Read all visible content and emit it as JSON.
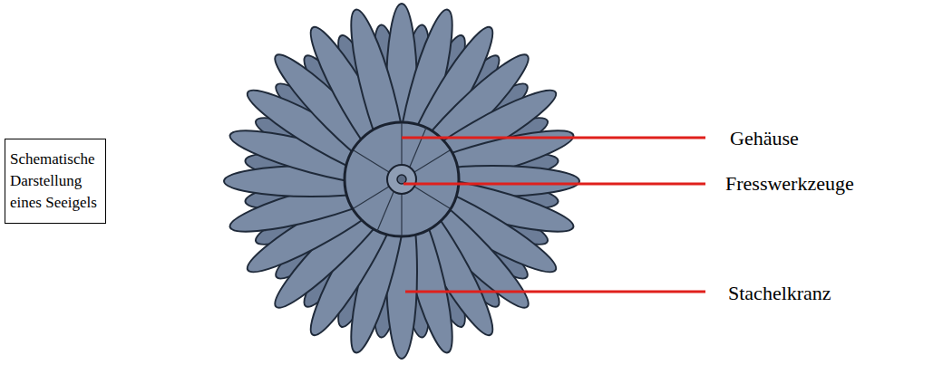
{
  "diagram": {
    "nodes": [
      {
        "text": [
          "Schematische Darstellung eines Seeigels"
        ]
      }
    ],
    "labels": [
      "Gehäuse",
      "Fresswerkzeuge",
      "Stachelkranz"
    ]
  }
}
